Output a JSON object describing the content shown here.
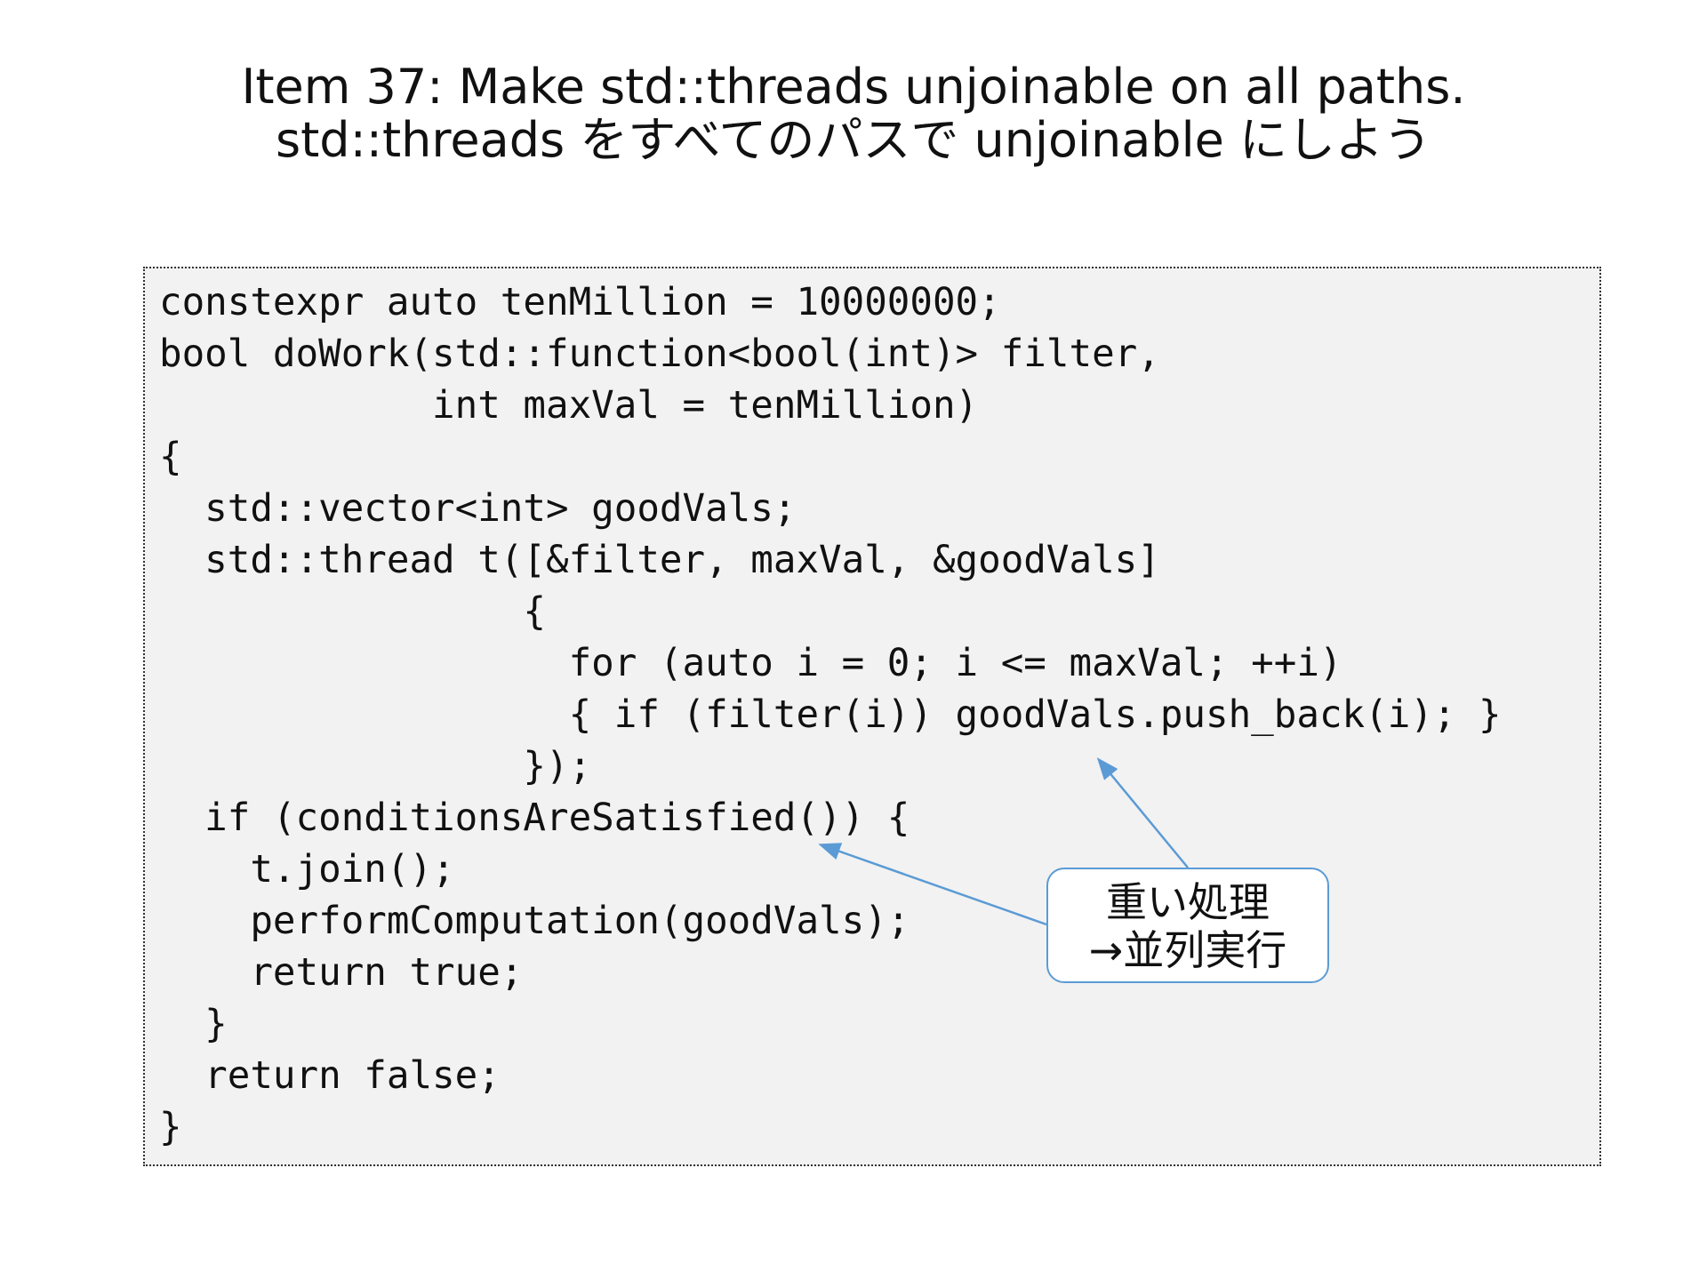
{
  "slide": {
    "title_line_1": "Item 37: Make std::threads unjoinable on all paths.",
    "title_line_2": "std::threads をすべてのパスで unjoinable にしよう"
  },
  "code": {
    "lines": [
      "constexpr auto tenMillion = 10000000;",
      "bool doWork(std::function<bool(int)> filter,",
      "            int maxVal = tenMillion)",
      "{",
      "  std::vector<int> goodVals;",
      "  std::thread t([&filter, maxVal, &goodVals]",
      "                {",
      "                  for (auto i = 0; i <= maxVal; ++i)",
      "                  { if (filter(i)) goodVals.push_back(i); }",
      "                });",
      "  if (conditionsAreSatisfied()) {",
      "    t.join();",
      "    performComputation(goodVals);",
      "    return true;",
      "  }",
      "  return false;",
      "}"
    ]
  },
  "callout": {
    "line_1": "重い処理",
    "line_2": "→並列実行",
    "color": "#5b9bd5"
  }
}
